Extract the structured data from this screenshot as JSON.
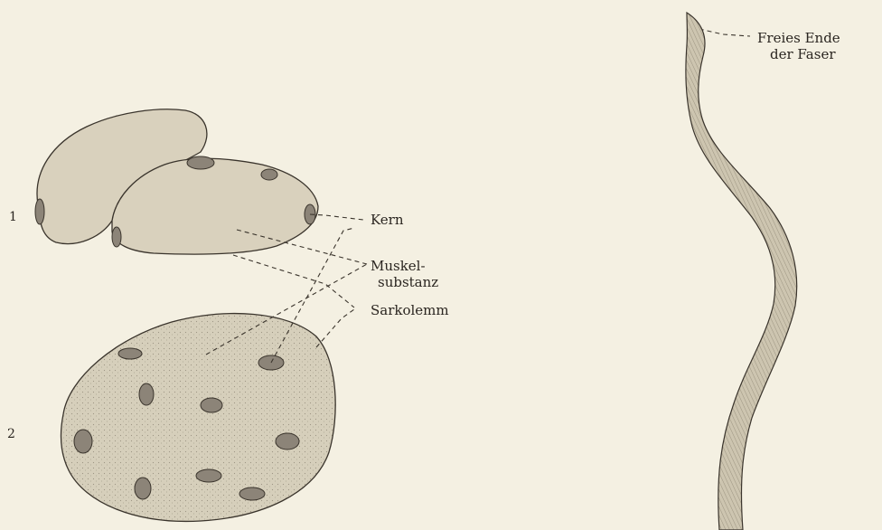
{
  "figure": {
    "labels": {
      "kern": "Kern",
      "muskelsubstanz_1": "Muskel-",
      "muskelsubstanz_2": "substanz",
      "sarkolemm": "Sarkolemm",
      "freies_ende_1": "Freies Ende",
      "freies_ende_2": "der Faser"
    },
    "numbers": {
      "one": "1",
      "two": "2"
    },
    "colors": {
      "paper": "#f4f0e2",
      "cell_fill": "#d8d0bc",
      "ink": "#3a342c",
      "nucleus_fill": "#8c8478"
    }
  }
}
